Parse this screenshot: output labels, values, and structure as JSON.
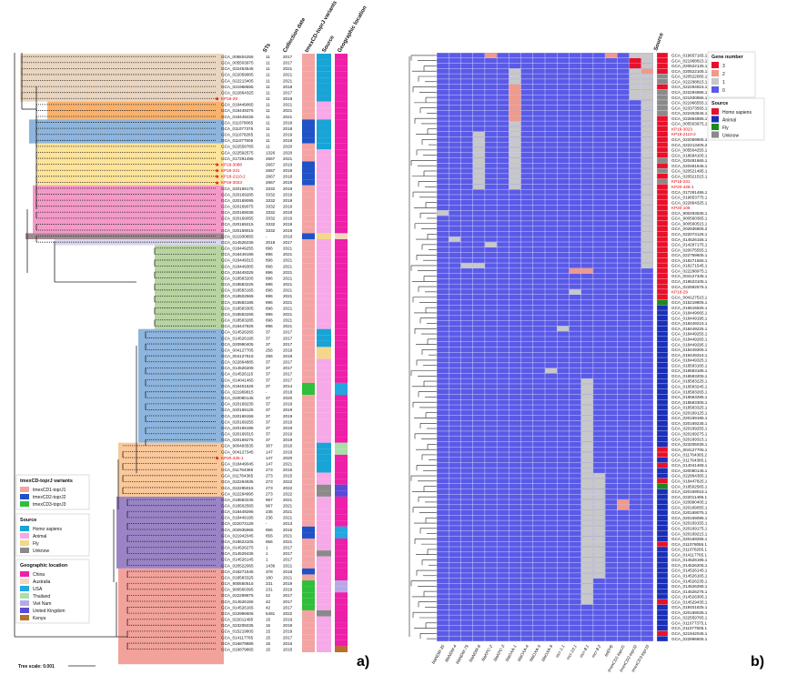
{
  "panel_a": {
    "tag": "a)",
    "headers": [
      "STs",
      "Collection date",
      "tmexCD-toprJ variants",
      "Source",
      "Geographic location"
    ],
    "tree_scale": "Tree scale: 0.001",
    "legends": [
      {
        "title": "tmexCD-toprJ variants",
        "items": [
          {
            "label": "tmexCD1-toprJ1",
            "color": "#f4a3a3"
          },
          {
            "label": "tmexCD2-toprJ2",
            "color": "#1f52c7"
          },
          {
            "label": "tmexCD3-toprJ3",
            "color": "#2fbf3a"
          }
        ]
      },
      {
        "title": "Source",
        "items": [
          {
            "label": "Homo sapiens",
            "color": "#18a4d6"
          },
          {
            "label": "Animal",
            "color": "#f7a8e8"
          },
          {
            "label": "Fly",
            "color": "#f3d88a"
          },
          {
            "label": "Unknow",
            "color": "#8a8a8a"
          }
        ]
      },
      {
        "title": "Geographic location",
        "items": [
          {
            "label": "China",
            "color": "#ee1fa8"
          },
          {
            "label": "Australia",
            "color": "#f3d8c0"
          },
          {
            "label": "USA",
            "color": "#22a7e0"
          },
          {
            "label": "Thailand",
            "color": "#a8e0a8"
          },
          {
            "label": "Viet Nam",
            "color": "#b8a8e8"
          },
          {
            "label": "United Kingdom",
            "color": "#5a4bd6"
          },
          {
            "label": "Kenya",
            "color": "#b5702a"
          }
        ]
      }
    ],
    "rows": [
      [
        "GCA_005504255",
        "11",
        "2017",
        0
      ],
      [
        "GCA_005503975",
        "11",
        "2017",
        0
      ],
      [
        "GCA_022453645",
        "11",
        "2021",
        0
      ],
      [
        "GCA_022059905",
        "11",
        "2021",
        0
      ],
      [
        "GCA_022213405",
        "11",
        "2021",
        0
      ],
      [
        "GCA_021968555",
        "11",
        "2018",
        0
      ],
      [
        "GCA_022864325",
        "11",
        "2017",
        0
      ],
      [
        "KP18-29",
        "11",
        "2018",
        1
      ],
      [
        "GCA_018449065",
        "11",
        "2021",
        0
      ],
      [
        "GCA_018449375",
        "11",
        "2021",
        0
      ],
      [
        "GCA_018449225",
        "11",
        "2021",
        0
      ],
      [
        "GCA_011078065",
        "11",
        "2018",
        0
      ],
      [
        "GCA_011077375",
        "11",
        "2018",
        0
      ],
      [
        "GCA_011078265",
        "11",
        "2019",
        0
      ],
      [
        "GCA_011077505",
        "11",
        "2019",
        0
      ],
      [
        "GCA_022559765",
        "11",
        "2020",
        0
      ],
      [
        "GCA_022592575",
        "1326",
        "2020",
        0
      ],
      [
        "GCA_017291495",
        "2667",
        "2021",
        0
      ],
      [
        "KP19-3088",
        "2667",
        "2019",
        1
      ],
      [
        "KP18-231",
        "2667",
        "2018",
        1
      ],
      [
        "KP18-2110-2",
        "2667",
        "2018",
        1
      ],
      [
        "KP19-3023",
        "2667",
        "2019",
        1
      ],
      [
        "GCA_020169175",
        "3332",
        "2019",
        0
      ],
      [
        "GCA_020169285",
        "3332",
        "2019",
        0
      ],
      [
        "GCA_020169095",
        "3332",
        "2019",
        0
      ],
      [
        "GCA_020169075",
        "3332",
        "2019",
        0
      ],
      [
        "GCA_020169035",
        "3332",
        "2019",
        0
      ],
      [
        "GCA_020169055",
        "3332",
        "2019",
        0
      ],
      [
        "GCA_020169215",
        "3332",
        "2019",
        0
      ],
      [
        "GCA_020169015",
        "3332",
        "2019",
        0
      ],
      [
        "GCA_021930855",
        "-",
        "2019",
        0
      ],
      [
        "GCA_014526235",
        "2018",
        "2017",
        0
      ],
      [
        "GCA_018449255",
        "896",
        "2021",
        0
      ],
      [
        "GCA_018449195",
        "896",
        "2021",
        0
      ],
      [
        "GCA_018449315",
        "896",
        "2021",
        0
      ],
      [
        "GCA_018449305",
        "896",
        "2021",
        0
      ],
      [
        "GCA_018449325",
        "896",
        "2021",
        0
      ],
      [
        "GCA_018583205",
        "896",
        "2021",
        0
      ],
      [
        "GCA_018583225",
        "896",
        "2021",
        0
      ],
      [
        "GCA_018583165",
        "896",
        "2021",
        0
      ],
      [
        "GCA_018502565",
        "896",
        "2021",
        0
      ],
      [
        "GCA_018583185",
        "896",
        "2021",
        0
      ],
      [
        "GCA_018583305",
        "896",
        "2021",
        0
      ],
      [
        "GCA_018583265",
        "896",
        "2021",
        0
      ],
      [
        "GCA_018583285",
        "896",
        "2021",
        0
      ],
      [
        "GCA_018447825",
        "896",
        "2021",
        0
      ],
      [
        "GCA_014526265",
        "37",
        "2017",
        0
      ],
      [
        "GCA_014526195",
        "37",
        "2017",
        0
      ],
      [
        "GCA_020990405",
        "37",
        "2017",
        0
      ],
      [
        "GCA_004127705",
        "256",
        "2019",
        0
      ],
      [
        "GCA_004127515",
        "256",
        "2019",
        0
      ],
      [
        "GCA_022864885",
        "37",
        "2017",
        0
      ],
      [
        "GCA_014526205",
        "37",
        "2017",
        0
      ],
      [
        "GCA_014526115",
        "37",
        "2017",
        0
      ],
      [
        "GCA_014041465",
        "37",
        "2017",
        0
      ],
      [
        "GCA_019401625",
        "37",
        "2014",
        0
      ],
      [
        "GCA_021969815",
        "-",
        "2018",
        0
      ],
      [
        "GCA_020080145",
        "37",
        "2020",
        0
      ],
      [
        "GCA_020169235",
        "37",
        "2019",
        0
      ],
      [
        "GCA_020169125",
        "37",
        "2019",
        0
      ],
      [
        "GCA_020169155",
        "37",
        "2019",
        0
      ],
      [
        "GCA_020169255",
        "37",
        "2019",
        0
      ],
      [
        "GCA_020169195",
        "37",
        "2019",
        0
      ],
      [
        "GCA_020169315",
        "37",
        "2019",
        0
      ],
      [
        "GCA_020169275",
        "37",
        "2019",
        0
      ],
      [
        "GCA_900493535",
        "307",
        "2016",
        0
      ],
      [
        "GCA_004127345",
        "147",
        "2019",
        0
      ],
      [
        "KP20-425-1",
        "147",
        "2020",
        1
      ],
      [
        "GCA_018449045",
        "147",
        "2021",
        0
      ],
      [
        "GCA_011764365",
        "273",
        "2015",
        0
      ],
      [
        "GCA_011764365",
        "273",
        "2015",
        0
      ],
      [
        "GCA_022294935",
        "273",
        "2022",
        0
      ],
      [
        "GCA_022295015",
        "273",
        "2022",
        0
      ],
      [
        "GCA_022294995",
        "273",
        "2022",
        0
      ],
      [
        "GCA_018583245",
        "967",
        "2021",
        0
      ],
      [
        "GCA_018502565",
        "967",
        "2021",
        0
      ],
      [
        "GCA_018449295",
        "236",
        "2021",
        0
      ],
      [
        "GCA_018449195",
        "236",
        "2021",
        0
      ],
      [
        "GCA_022073125",
        "-",
        "2013",
        0
      ],
      [
        "GCA_002935965",
        "656",
        "2015",
        0
      ],
      [
        "GCA_021942045",
        "656",
        "2021",
        0
      ],
      [
        "GCA_018623105",
        "656",
        "2021",
        0
      ],
      [
        "GCA_014526275",
        "1",
        "2017",
        0
      ],
      [
        "GCA_014529435",
        "1",
        "2017",
        0
      ],
      [
        "GCA_014526145",
        "1",
        "2017",
        0
      ],
      [
        "GCA_020522065",
        "1436",
        "2021",
        0
      ],
      [
        "GCA_018271545",
        "378",
        "2018",
        0
      ],
      [
        "GCA_018583325",
        "180",
        "2021",
        0
      ],
      [
        "GCA_900560515",
        "231",
        "2019",
        0
      ],
      [
        "GCA_900560395",
        "231",
        "2019",
        0
      ],
      [
        "GCA_022299875",
        "42",
        "2017",
        0
      ],
      [
        "GCA_014526155",
        "42",
        "2017",
        0
      ],
      [
        "GCA_014526165",
        "42",
        "2017",
        0
      ],
      [
        "GCA_022996605",
        "5491",
        "2022",
        0
      ],
      [
        "GCA_022011495",
        "15",
        "2019",
        0
      ],
      [
        "GCA_023205035",
        "15",
        "2019",
        0
      ],
      [
        "GCA_015219805",
        "15",
        "2019",
        0
      ],
      [
        "GCA_014117765",
        "15",
        "2017",
        0
      ],
      [
        "GCA_016879885",
        "15",
        "2016",
        0
      ],
      [
        "GCA_016879865",
        "15",
        "2016",
        0
      ]
    ]
  },
  "panel_b": {
    "tag": "b)",
    "source_header": "Source",
    "legend_gene_title": "Gene number",
    "legend_gene": [
      {
        "label": "3",
        "color": "#e8102a"
      },
      {
        "label": "2",
        "color": "#f09a8a"
      },
      {
        "label": "1",
        "color": "#c8c8c8"
      },
      {
        "label": "0",
        "color": "#5a5ae8"
      }
    ],
    "legend_source_title": "Source",
    "legend_source": [
      {
        "label": "Homo sapiens",
        "color": "#e8102a"
      },
      {
        "label": "Animal",
        "color": "#1a2fb8"
      },
      {
        "label": "Fly",
        "color": "#1a8a1a"
      },
      {
        "label": "Unknow",
        "color": "#8a8a8a"
      }
    ],
    "genes": [
      "blaNDM-35",
      "blaNDM-4",
      "blaNDM-79",
      "blaNDM-8",
      "blaKPC-2",
      "blaKPC-3",
      "blaOXA-1",
      "blaOXA-4",
      "blaOXA-5",
      "blaOXA-9",
      "mcr-1.1",
      "mcr-10.1",
      "mcr-8.1",
      "mcr-8.2",
      "tet(X4)",
      "tmexCD1-toprJ1",
      "tmexCD2-toprJ2",
      "tmexCD3-toprJ3"
    ],
    "rows": [
      [
        "GCA_019657165.1",
        0
      ],
      [
        "GCA_021968815.1",
        0
      ],
      [
        "GCA_020522125.1",
        0
      ],
      [
        "GCA_020522105.1",
        0
      ],
      [
        "GCA_020522065.1",
        0
      ],
      [
        "GCA_022298815.1",
        0
      ],
      [
        "GCA_022294915.1",
        0
      ],
      [
        "GCA_022294895.1",
        0
      ],
      [
        "GCA_021930855.1",
        0
      ],
      [
        "GCA_021966555.1",
        0
      ],
      [
        "GCA_023373565.1",
        0
      ],
      [
        "GCA_022453645.1",
        0
      ],
      [
        "GCA_022864885.1",
        0
      ],
      [
        "GCA_005503975.1",
        0
      ],
      [
        "KP19-3023",
        1
      ],
      [
        "KP18-2110-2",
        1
      ],
      [
        "GCA_022059905.1",
        0
      ],
      [
        "GCA_022213405.2",
        0
      ],
      [
        "GCA_005504255.1",
        0
      ],
      [
        "GCA_018694105.1",
        0
      ],
      [
        "GCA_020481665.1",
        0
      ],
      [
        "GCA_020481645.1",
        0
      ],
      [
        "GCA_020521495.1",
        0
      ],
      [
        "GCA_020521515.1",
        0
      ],
      [
        "KP18-231",
        1
      ],
      [
        "KP20-425-1",
        1
      ],
      [
        "GCA_017291495.1",
        0
      ],
      [
        "GCA_019653775.1",
        0
      ],
      [
        "GCA_022864325.1",
        0
      ],
      [
        "KP20-108",
        1
      ],
      [
        "GCA_900493535.1",
        0
      ],
      [
        "GCA_900560365.1",
        0
      ],
      [
        "GCA_900560515.1",
        0
      ],
      [
        "GCA_002935905.2",
        0
      ],
      [
        "GCA_022073125.1",
        0
      ],
      [
        "GCA_014526155.1",
        0
      ],
      [
        "GCA_014287175.1",
        0
      ],
      [
        "GCA_020075555.1",
        0
      ],
      [
        "GCA_022759605.1",
        0
      ],
      [
        "GCA_018271565.1",
        0
      ],
      [
        "GCA_018271545.1",
        0
      ],
      [
        "GCA_022298975.1",
        0
      ],
      [
        "GCA_004127345.1",
        0
      ],
      [
        "GCA_018623105.1",
        0
      ],
      [
        "GCA_022592575.1",
        0
      ],
      [
        "KP18-29",
        1
      ],
      [
        "GCA_004127515.1",
        0
      ],
      [
        "GCA_015219805.1",
        0
      ],
      [
        "GCA_016615525.1",
        0
      ],
      [
        "GCA_018449065.1",
        0
      ],
      [
        "GCA_018449195.1",
        0
      ],
      [
        "GCA_018449215.1",
        0
      ],
      [
        "GCA_018449225.1",
        0
      ],
      [
        "GCA_018449255.1",
        0
      ],
      [
        "GCA_018449265.1",
        0
      ],
      [
        "GCA_018449295.1",
        0
      ],
      [
        "GCA_018449305.1",
        0
      ],
      [
        "GCA_018449315.1",
        0
      ],
      [
        "GCA_018449325.1",
        0
      ],
      [
        "GCA_018583165.1",
        0
      ],
      [
        "GCA_018583185.1",
        0
      ],
      [
        "GCA_018583205.1",
        0
      ],
      [
        "GCA_018583225.1",
        0
      ],
      [
        "GCA_018583245.1",
        0
      ],
      [
        "GCA_018583265.1",
        0
      ],
      [
        "GCA_018583285.1",
        0
      ],
      [
        "GCA_018583305.1",
        0
      ],
      [
        "GCA_018583325.1",
        0
      ],
      [
        "GCA_020169125.1",
        0
      ],
      [
        "GCA_020169195.1",
        0
      ],
      [
        "GCA_020169235.1",
        0
      ],
      [
        "GCA_020169255.1",
        0
      ],
      [
        "GCA_020169275.1",
        0
      ],
      [
        "GCA_020169315.1",
        0
      ],
      [
        "GCA_023205035.1",
        0
      ],
      [
        "GCA_004127705.1",
        0
      ],
      [
        "GCA_011764365.2",
        0
      ],
      [
        "GCA_011764385.1",
        0
      ],
      [
        "GCA_014041465.1",
        0
      ],
      [
        "GCA_020080145.1",
        0
      ],
      [
        "GCA_022864365.1",
        0
      ],
      [
        "GCA_018447825.1",
        0
      ],
      [
        "GCA_018502565.1",
        0
      ],
      [
        "GCA_020169015.1",
        0
      ],
      [
        "GCA_022011495.1",
        0
      ],
      [
        "GCA_020990405.1",
        0
      ],
      [
        "GCA_020169055.1",
        0
      ],
      [
        "GCA_020169075.1",
        0
      ],
      [
        "GCA_020169095.1",
        0
      ],
      [
        "GCA_020169155.1",
        0
      ],
      [
        "GCA_020169175.1",
        0
      ],
      [
        "GCA_020169215.1",
        0
      ],
      [
        "GCA_020169285.1",
        0
      ],
      [
        "GCA_011078065.1",
        0
      ],
      [
        "GCA_011078265.1",
        0
      ],
      [
        "GCA_014117765.1",
        0
      ],
      [
        "GCA_014526195.1",
        0
      ],
      [
        "GCA_014526205.1",
        0
      ],
      [
        "GCA_014526145.1",
        0
      ],
      [
        "GCA_014526165.1",
        0
      ],
      [
        "GCA_014526235.1",
        0
      ],
      [
        "GCA_014526265.1",
        0
      ],
      [
        "GCA_014526275.1",
        0
      ],
      [
        "GCA_014526305.1",
        0
      ],
      [
        "GCA_014529435.1",
        0
      ],
      [
        "GCA_019401625.1",
        0
      ],
      [
        "GCA_020169035.1",
        0
      ],
      [
        "GCA_022559765.1",
        0
      ],
      [
        "GCA_011077375.1",
        0
      ],
      [
        "GCA_011077505.1",
        0
      ],
      [
        "GCA_021942045.1",
        0
      ],
      [
        "GCA_022996605.1",
        0
      ]
    ]
  }
}
